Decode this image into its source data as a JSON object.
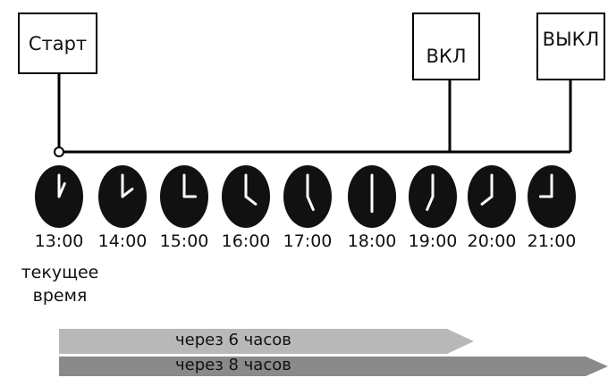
{
  "labels": {
    "start": "Старт",
    "on": "ВКЛ",
    "off": "ВЫКЛ",
    "current_time_1": "текущее",
    "current_time_2": "время"
  },
  "times": [
    "13:00",
    "14:00",
    "15:00",
    "16:00",
    "17:00",
    "18:00",
    "19:00",
    "20:00",
    "21:00"
  ],
  "arrows": {
    "six_hours": "через 6 часов",
    "eight_hours": "через 8 часов"
  },
  "colors": {
    "clock_fill": "#111111",
    "arrow_light": "#b8b8b8",
    "arrow_dark": "#8a8a8a"
  }
}
